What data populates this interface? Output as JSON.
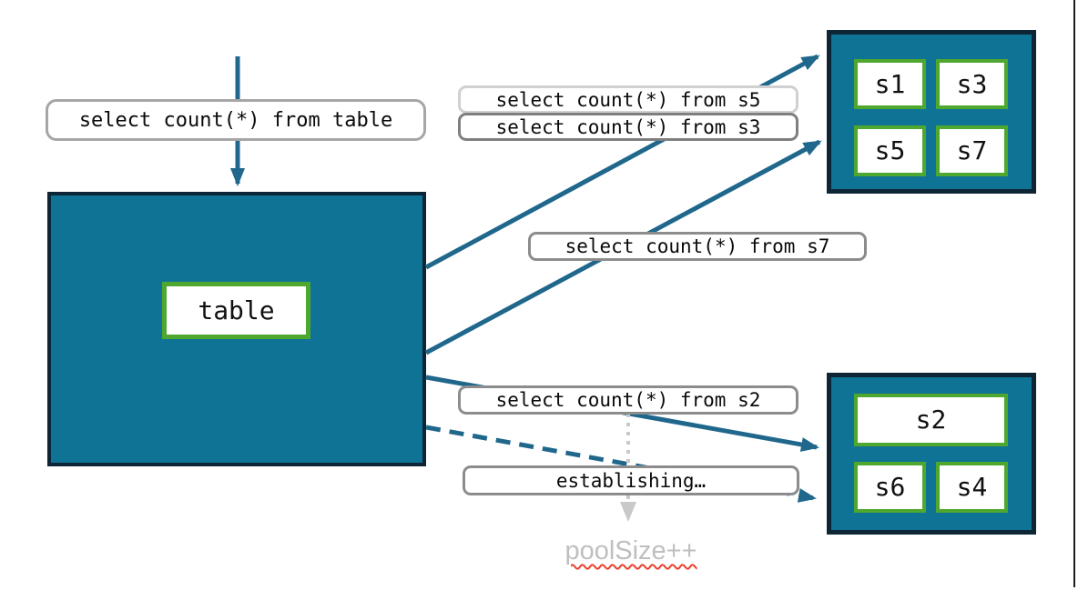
{
  "diagram": {
    "incoming_query": "select count(*) from table",
    "table_node": {
      "label": "table"
    },
    "queries": {
      "s5": "select count(*) from s5",
      "s3": "select count(*) from s3",
      "s7": "select count(*) from s7",
      "s2": "select count(*) from s2"
    },
    "status": {
      "establishing": "establishing…",
      "pool_size": "poolSize++"
    },
    "shards": {
      "top": [
        "s1",
        "s3",
        "s5",
        "s7"
      ],
      "bottom": [
        "s2",
        "s6",
        "s4"
      ]
    },
    "colors": {
      "node_fill": "#0F7396",
      "node_border": "#0D2535",
      "shard_highlight_green": "#4EA72E",
      "arrow_teal": "#20678C",
      "pending_gray": "#C9C9C9",
      "pool_size_text": "#BFBFBF",
      "spellcheck_red": "#E8432E",
      "pill_border_gray": "#A6A6A6"
    }
  }
}
